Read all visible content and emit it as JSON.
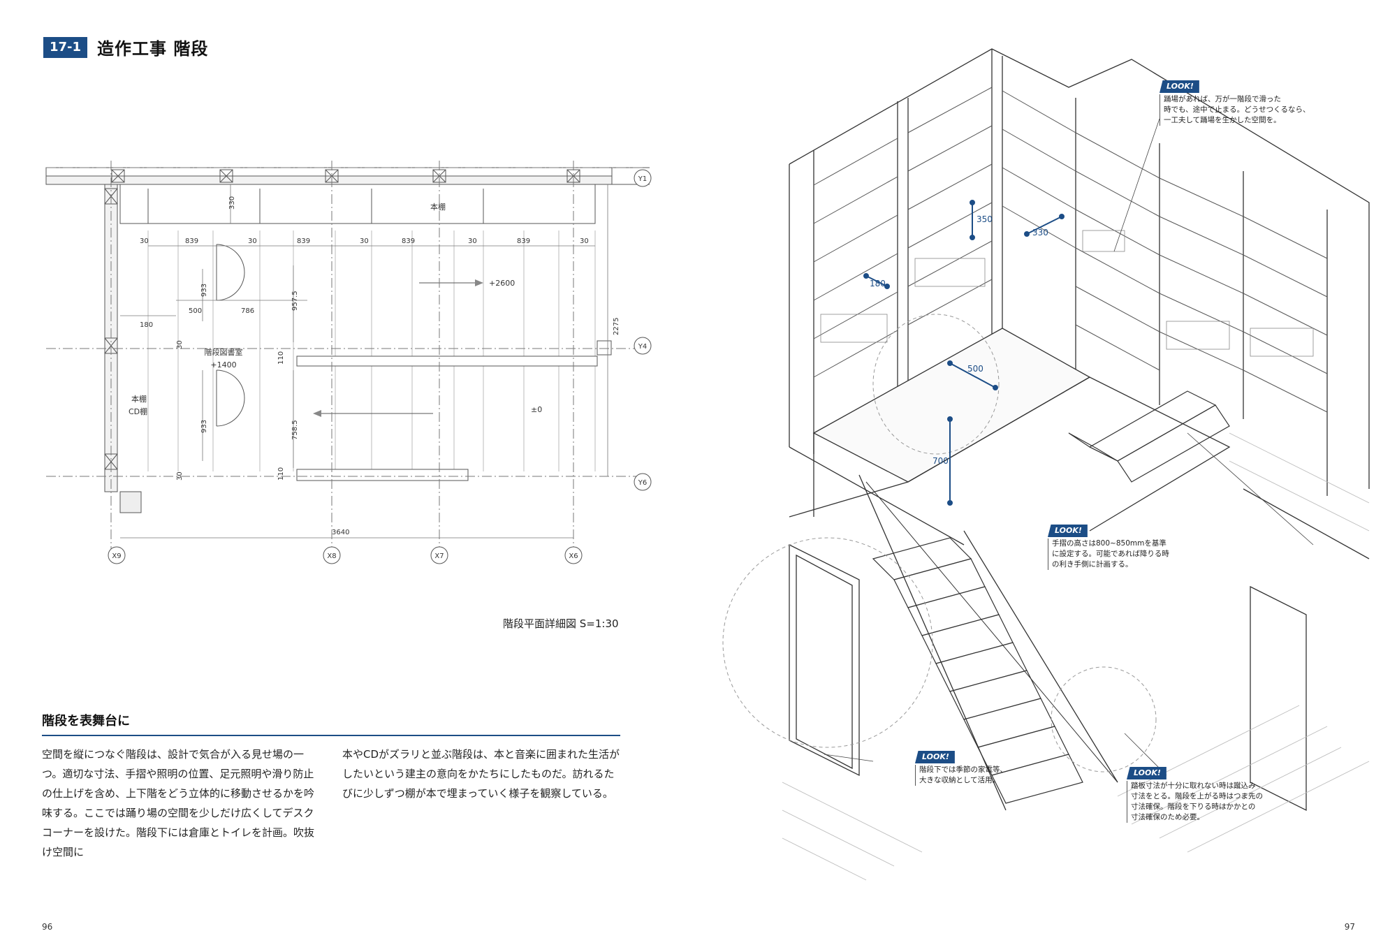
{
  "header": {
    "chapter_no": "17-1",
    "chapter_title": "造作工事  階段"
  },
  "plan": {
    "caption": "階段平面詳細図 S=1:30",
    "grid_labels": [
      "Y1",
      "Y4",
      "Y6",
      "X9",
      "X8",
      "X7",
      "X6"
    ],
    "dims_top": [
      "30",
      "839",
      "30",
      "839",
      "30",
      "839",
      "30",
      "839",
      "30"
    ],
    "dim_330": "330",
    "dim_933a": "933",
    "dim_933b": "933",
    "dim_957": "957.5",
    "dim_758": "758.5",
    "dim_500": "500",
    "dim_786": "786",
    "dim_180": "180",
    "dim_30a": "30",
    "dim_30b": "30",
    "dim_110a": "110",
    "dim_110b": "110",
    "dim_2275": "2275",
    "dim_3640": "3640",
    "label_bookshelf_top": "本棚",
    "label_room": "階段図書室",
    "label_room_level": "+1400",
    "label_up": "+2600",
    "label_bookshelf_cd": "本棚",
    "label_cd": "CD棚",
    "label_zero": "±0"
  },
  "section": {
    "heading": "階段を表舞台に"
  },
  "body": {
    "col1": "空間を縦につなぐ階段は、設計で気合が入る見せ場の一つ。適切な寸法、手摺や照明の位置、足元照明や滑り防止の仕上げを含め、上下階をどう立体的に移動させるかを吟味する。ここでは踊り場の空間を少しだけ広くしてデスクコーナーを設けた。階段下には倉庫とトイレを計画。吹抜け空間に",
    "col2": "本やCDがズラリと並ぶ階段は、本と音楽に囲まれた生活がしたいという建主の意向をかたちにしたものだ。訪れるたびに少しずつ棚が本で埋まっていく様子を観察している。"
  },
  "iso_dims": {
    "d350": "350",
    "d330": "330",
    "d180": "180",
    "d500": "500",
    "d700": "700"
  },
  "looks": [
    {
      "tag": "LOOK!",
      "note": "踊場があれば、万が一階段で滑った\n時でも、途中で止まる。どうせつくるなら、\n一工夫して踊場を生かした空間を。"
    },
    {
      "tag": "LOOK!",
      "note": "手摺の高さは800~850mmを基準\nに設定する。可能であれば降りる時\nの利き手側に計画する。"
    },
    {
      "tag": "LOOK!",
      "note": "階段下では季節の家電等、\n大きな収納として活用。"
    },
    {
      "tag": "LOOK!",
      "note": "踏板寸法が十分に取れない時は蹴込み\n寸法をとる。階段を上がる時はつま先の\n寸法確保。階段を下りる時はかかとの\n寸法確保のため必要。"
    }
  ],
  "folios": {
    "left": "96",
    "right": "97"
  },
  "colors": {
    "accent": "#1c4d86"
  }
}
